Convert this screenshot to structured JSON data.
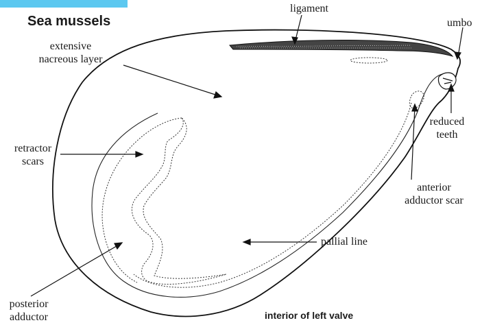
{
  "header": {
    "title": "Sea mussels",
    "tab_color": "#5CC8F0"
  },
  "caption": "interior of left valve",
  "labels": {
    "ligament": "ligament",
    "umbo": "umbo",
    "nacreous_line1": "extensive",
    "nacreous_line2": "nacreous layer",
    "retractor_line1": "retractor",
    "retractor_line2": "scars",
    "teeth_line1": "reduced",
    "teeth_line2": "teeth",
    "anterior_line1": "anterior",
    "anterior_line2": "adductor scar",
    "pallial": "pallial line",
    "posterior_line1": "posterior",
    "posterior_line2": "adductor"
  }
}
